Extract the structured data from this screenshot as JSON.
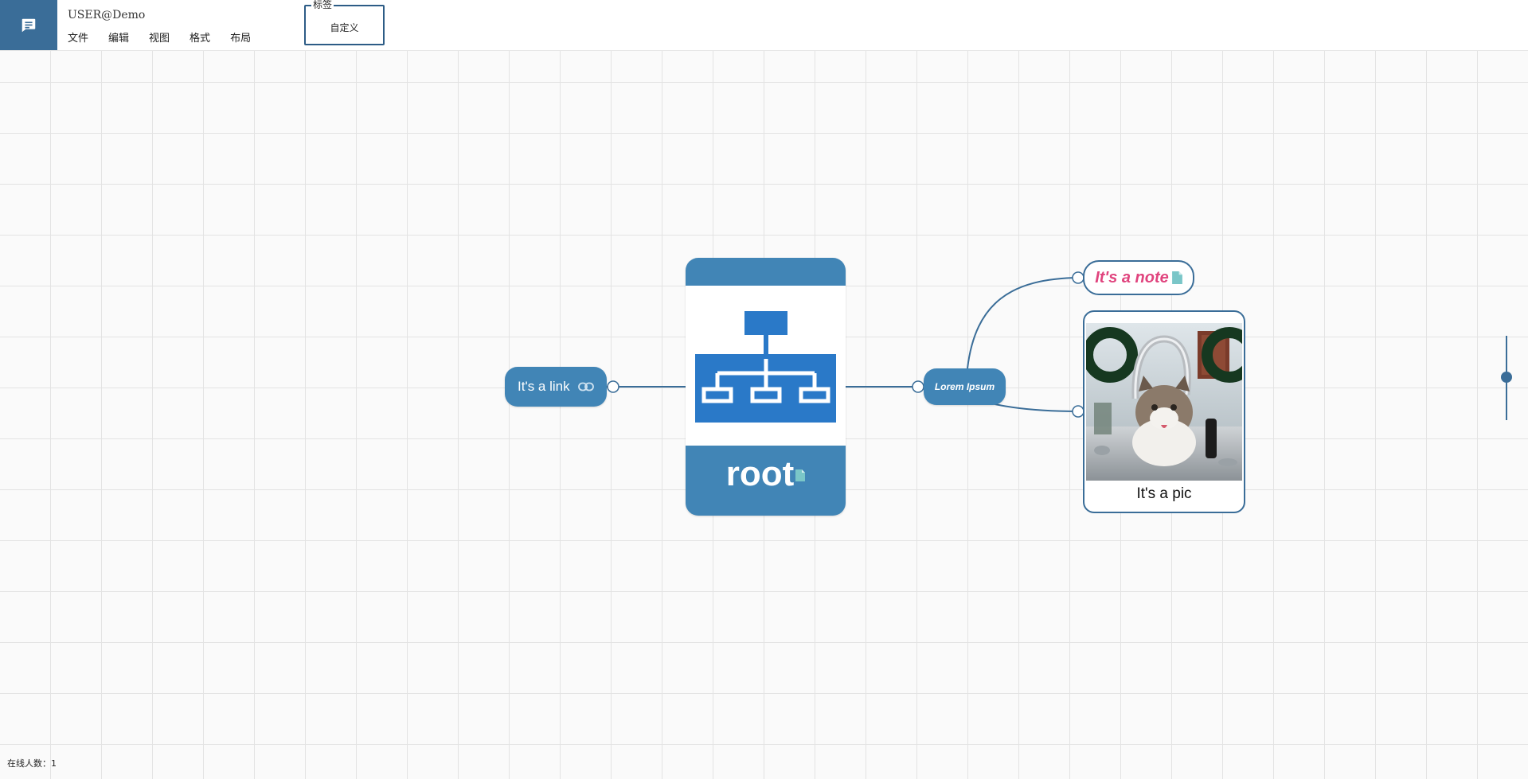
{
  "header": {
    "user": "USER@Demo",
    "menu": [
      "文件",
      "编辑",
      "视图",
      "格式",
      "布局"
    ],
    "tags_panel": {
      "legend": "标签",
      "custom": "自定义"
    }
  },
  "mindmap": {
    "root": {
      "label": "root"
    },
    "left_child": {
      "label": "It's a link"
    },
    "right_child": {
      "label": "Lorem Ipsum"
    },
    "grandchildren": {
      "note": {
        "label": "It's a note"
      },
      "pic": {
        "label": "It's a pic"
      }
    }
  },
  "status": {
    "online": "在线人数：1"
  },
  "colors": {
    "node_blue": "#4185b6",
    "brand_dark": "#3a6d98",
    "note_pink": "#e0447e",
    "note_icon_teal": "#7ac6c8"
  }
}
